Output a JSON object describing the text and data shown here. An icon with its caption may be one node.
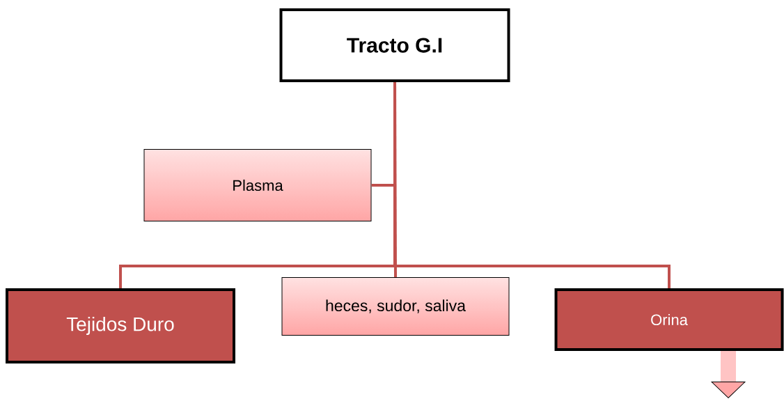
{
  "diagram": {
    "nodes": [
      {
        "text": [
          "Tracto G.I"
        ]
      },
      {
        "text": [
          "Plasma"
        ]
      },
      {
        "text": [
          "Tejidos Duro"
        ]
      },
      {
        "text": [
          "heces, sudor, saliva"
        ]
      },
      {
        "text": [
          "Orina"
        ]
      }
    ],
    "edges": [
      {
        "from": 0,
        "to": 1,
        "arrow": "none"
      },
      {
        "from": 0,
        "to": 2,
        "arrow": "none"
      },
      {
        "from": 0,
        "to": 3,
        "arrow": "none"
      },
      {
        "from": 0,
        "to": 4,
        "arrow": "none"
      },
      {
        "from": 4,
        "to": null,
        "arrow": "to",
        "style": "thick",
        "color": "#ffc4c4"
      }
    ]
  }
}
